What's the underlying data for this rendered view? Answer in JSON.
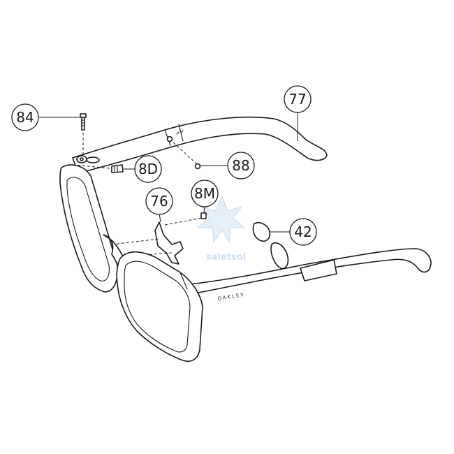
{
  "diagram": {
    "brand_mark": "OAKLEY",
    "watermark": "saletsol",
    "callouts": [
      {
        "id": "84",
        "label": "84"
      },
      {
        "id": "77",
        "label": "77"
      },
      {
        "id": "8D",
        "label": "8D"
      },
      {
        "id": "88",
        "label": "88"
      },
      {
        "id": "76",
        "label": "76"
      },
      {
        "id": "8M",
        "label": "8M"
      },
      {
        "id": "42",
        "label": "42"
      }
    ],
    "colors": {
      "line": "#1a1a1a",
      "watermark": "#c9dcef",
      "background": "#ffffff"
    }
  }
}
